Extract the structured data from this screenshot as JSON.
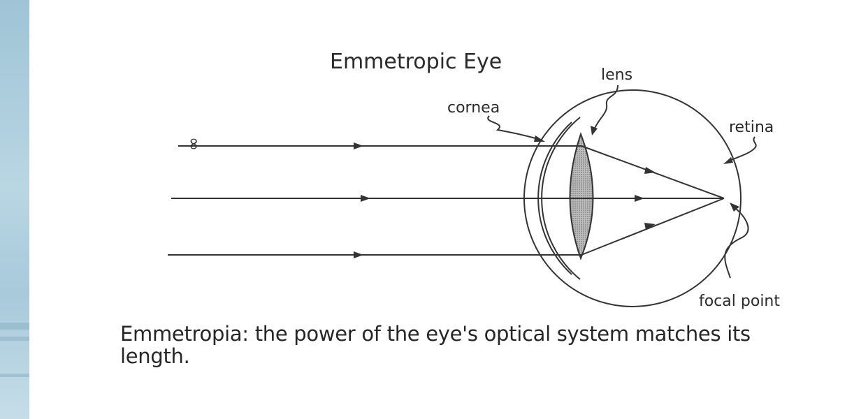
{
  "diagram": {
    "title": "Emmetropic Eye",
    "labels": {
      "infinity": "∞",
      "cornea": "cornea",
      "lens": "lens",
      "retina": "retina",
      "focal_point": "focal point"
    }
  },
  "caption": "Emmetropia: the power of the eye's optical system matches its length.",
  "colors": {
    "line": "#333333",
    "lens_fill": "#9a9a9a",
    "side_strip": "#a8cadb"
  }
}
